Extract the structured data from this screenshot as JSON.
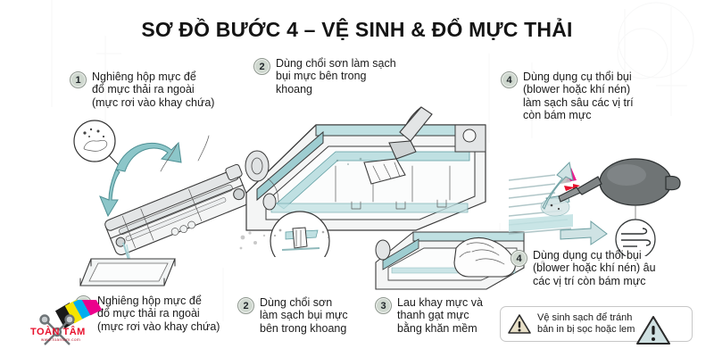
{
  "page": {
    "title": "SƠ ĐỒ BƯỚC 4 – VỆ SINH & ĐỔ MỰC THẢI",
    "background_color": "#ffffff",
    "accent_color": "#8cc6c9",
    "badge_color": "#cfd8cf",
    "ink_color": "#3a3a3a",
    "logo_red": "#e8112d"
  },
  "callouts": [
    {
      "number": "1",
      "text": "Nghiêng hộp mực để\nđổ mực thải ra ngoài\n(mực rơi vào khay chứa)",
      "position": "top-left"
    },
    {
      "number": "2",
      "text": "Dùng chổi sơn làm sạch\nbụi mực bên trong\nkhoang",
      "position": "top-center"
    },
    {
      "number": "4",
      "text": "Dùng dụng cụ thổi bụi\n(blower hoặc khí nén)\nlàm sạch sâu các vị trí\ncòn bám mực",
      "position": "top-right"
    },
    {
      "number": "4",
      "text": "Dùng dụng cụ thổi bụi\n(blower hoặc khí nén) âu\ncác vị trí còn bám mực",
      "position": "middle-right"
    },
    {
      "number": "1",
      "text": "Nghiêng hộp mực để\nđổ mực thải ra ngoài\n(mực rơi vào khay chứa)",
      "position": "bottom-left"
    },
    {
      "number": "2",
      "text": "Dùng chổi sơn\nlàm sạch bụi mực\nbên trong khoang",
      "position": "bottom-center-left"
    },
    {
      "number": "3",
      "text": "Lau khay mực và\nthanh gạt mực\nbằng khăn mềm",
      "position": "bottom-center-right"
    }
  ],
  "warning": {
    "text": "Vệ sinh sạch để tránh\nbản in bị sọc hoặc lem",
    "icon": "warning-triangle-icon"
  },
  "standalone_warning": {
    "icon": "warning-triangle-icon"
  },
  "logo": {
    "name": "TOÀN TÂM",
    "sub": "www.toantam.com",
    "icons": [
      "cmyk-swatch-icon",
      "crossed-tools-icon"
    ]
  },
  "illustrations": [
    {
      "name": "toner-cartridge-pour",
      "description": "Hộp mực nghiêng đổ mực thải vào khay chứa",
      "inset_icon": "toner-dust-icon",
      "arrow": "curved-arrow-down"
    },
    {
      "name": "drum-unit-brush-clean",
      "description": "Dùng chổi sơn quét sạch bụi mực trong khoang drum",
      "inset_icon": "brush-detail-icon"
    },
    {
      "name": "wipe-with-cloth",
      "description": "Tay lau khay mực và thanh gạt mực bằng khăn mềm"
    },
    {
      "name": "air-blower",
      "description": "Dụng cụ thổi bụi (blower) làm sạch các vị trí còn bám mực",
      "inset_icon": "air-flow-icon",
      "arrows": [
        "arrow-up-left",
        "arrow-right"
      ]
    }
  ]
}
